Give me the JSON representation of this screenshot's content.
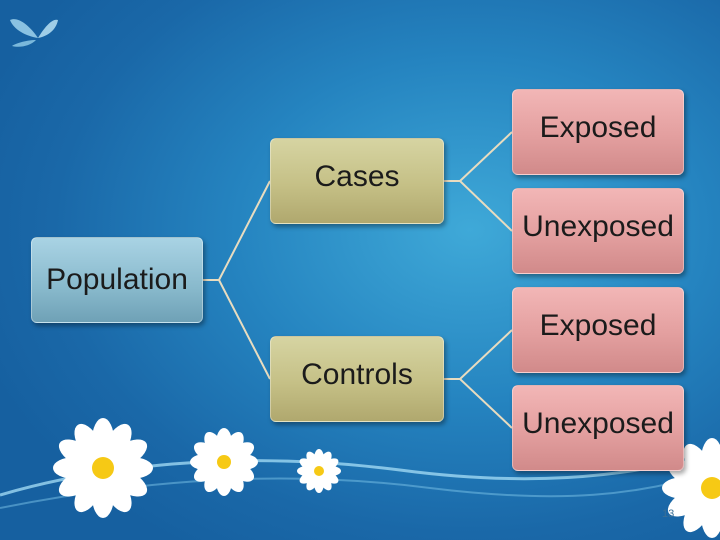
{
  "diagram": {
    "root": {
      "label": "Population"
    },
    "branches": [
      {
        "label": "Cases",
        "children": [
          {
            "label": "Exposed"
          },
          {
            "label": "Unexposed"
          }
        ]
      },
      {
        "label": "Controls",
        "children": [
          {
            "label": "Exposed"
          },
          {
            "label": "Unexposed"
          }
        ]
      }
    ]
  },
  "page_number": "13",
  "colors": {
    "background": "#2584c0",
    "root_node": "#88b9cc",
    "branch_node": "#c5c086",
    "leaf_node": "#e39f9f",
    "connector": "#e8dcc0"
  }
}
